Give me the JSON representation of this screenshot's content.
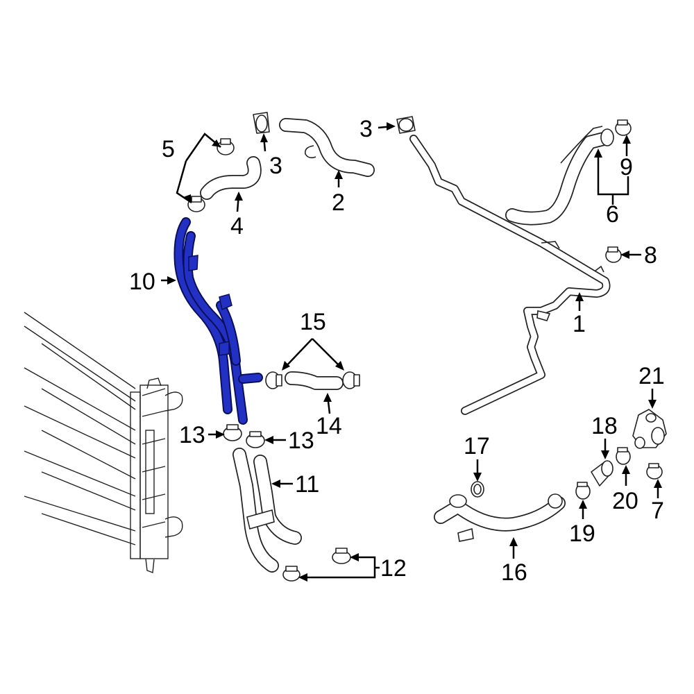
{
  "callouts": {
    "c1": "1",
    "c2": "2",
    "c3a": "3",
    "c3b": "3",
    "c4": "4",
    "c5": "5",
    "c6": "6",
    "c7": "7",
    "c8": "8",
    "c9": "9",
    "c10": "10",
    "c11": "11",
    "c12": "12",
    "c13a": "13",
    "c13b": "13",
    "c14": "14",
    "c15": "15",
    "c16": "16",
    "c17": "17",
    "c18": "18",
    "c19": "19",
    "c20": "20",
    "c21": "21"
  },
  "colors": {
    "highlight": "#2330c4",
    "line": "#222222",
    "background": "#ffffff"
  },
  "highlighted_part": "10"
}
